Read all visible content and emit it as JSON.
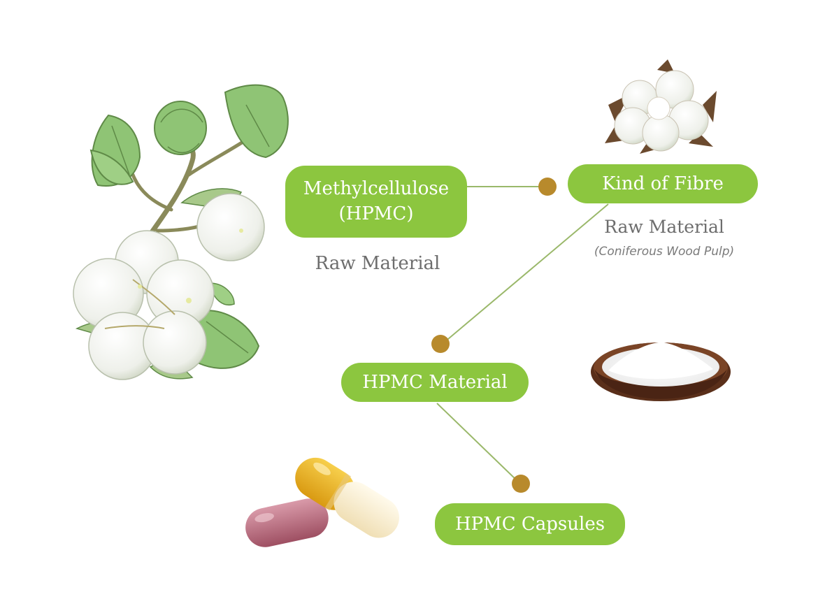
{
  "nodes": {
    "methylcellulose": {
      "line1": "Methylcellulose",
      "line2": "(HPMC)",
      "caption": "Raw Material"
    },
    "fibre": {
      "label": "Kind of Fibre",
      "caption": "Raw Material",
      "subcaption": "(Coniferous Wood Pulp)"
    },
    "material": {
      "label": "HPMC Material"
    },
    "capsules": {
      "label": "HPMC Capsules"
    }
  },
  "colors": {
    "pill": "#8cc63f",
    "connector": "#9ab86a",
    "dot": "#b88a2c",
    "caption": "#6d6d6d"
  },
  "illustrations": [
    "cotton-plant-illustration",
    "cotton-boll-photo",
    "powder-bowl-photo",
    "capsules-photo"
  ]
}
